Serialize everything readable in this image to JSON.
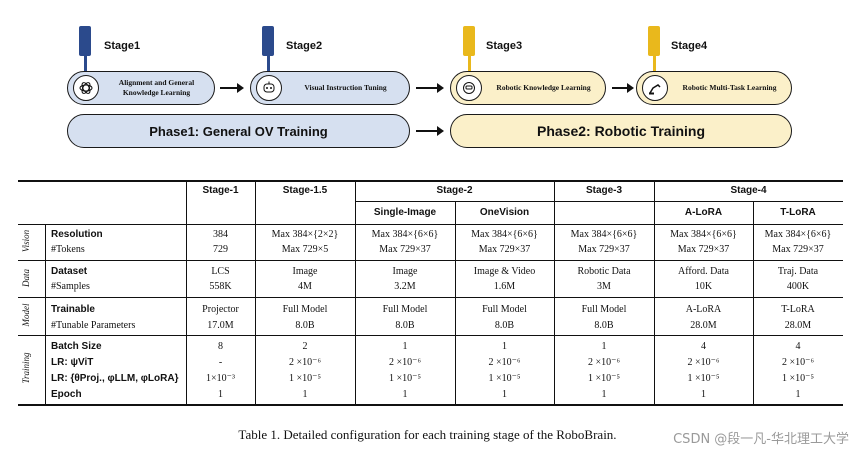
{
  "diagram": {
    "stages": [
      {
        "label": "Stage1",
        "title": "Alignment and General Knowledge Learning",
        "icon": "brain-icon"
      },
      {
        "label": "Stage2",
        "title": "Visual Instruction Tuning",
        "icon": "robot-head-icon"
      },
      {
        "label": "Stage3",
        "title": "Robotic Knowledge Learning",
        "icon": "robot-face-icon"
      },
      {
        "label": "Stage4",
        "title": "Robotic Multi-Task Learning",
        "icon": "robot-arm-icon"
      }
    ],
    "phases": [
      {
        "label": "Phase1: General OV Training"
      },
      {
        "label": "Phase2: Robotic Training"
      }
    ],
    "colors": {
      "phase1": "#d6e0f0",
      "phase2": "#fbf0c9",
      "flag_blue": "#2b4a8c",
      "flag_gold": "#e9b81c"
    }
  },
  "table": {
    "headers": {
      "stage1": "Stage-1",
      "stage15": "Stage-1.5",
      "stage2": "Stage-2",
      "stage3": "Stage-3",
      "stage4": "Stage-4",
      "single_image": "Single-Image",
      "onevision": "OneVision",
      "alora": "A-LoRA",
      "tlora": "T-LoRA"
    },
    "groups": {
      "vision": "Vision",
      "data": "Data",
      "model": "Model",
      "training": "Training"
    },
    "rows": {
      "resolution": {
        "label": "Resolution",
        "values": [
          "384",
          "Max 384×{2×2}",
          "Max 384×{6×6}",
          "Max 384×{6×6}",
          "Max 384×{6×6}",
          "Max 384×{6×6}",
          "Max 384×{6×6}"
        ]
      },
      "tokens": {
        "label": "#Tokens",
        "values": [
          "729",
          "Max 729×5",
          "Max 729×37",
          "Max 729×37",
          "Max 729×37",
          "Max 729×37",
          "Max 729×37"
        ]
      },
      "dataset": {
        "label": "Dataset",
        "values": [
          "LCS",
          "Image",
          "Image",
          "Image & Video",
          "Robotic Data",
          "Afford. Data",
          "Traj. Data"
        ]
      },
      "samples": {
        "label": "#Samples",
        "values": [
          "558K",
          "4M",
          "3.2M",
          "1.6M",
          "3M",
          "10K",
          "400K"
        ]
      },
      "trainable": {
        "label": "Trainable",
        "values": [
          "Projector",
          "Full Model",
          "Full Model",
          "Full Model",
          "Full Model",
          "A-LoRA",
          "T-LoRA"
        ]
      },
      "tunable": {
        "label": "#Tunable Parameters",
        "values": [
          "17.0M",
          "8.0B",
          "8.0B",
          "8.0B",
          "8.0B",
          "28.0M",
          "28.0M"
        ]
      },
      "batch": {
        "label": "Batch Size",
        "values": [
          "8",
          "2",
          "1",
          "1",
          "1",
          "4",
          "4"
        ]
      },
      "lr_vit": {
        "label": "LR: ψViT",
        "values": [
          "-",
          "2 ×10⁻⁶",
          "2 ×10⁻⁶",
          "2 ×10⁻⁶",
          "2 ×10⁻⁶",
          "2 ×10⁻⁶",
          "2 ×10⁻⁶"
        ]
      },
      "lr_other": {
        "label": "LR: {θProj., φLLM, φLoRA}",
        "values": [
          "1×10⁻³",
          "1 ×10⁻⁵",
          "1 ×10⁻⁵",
          "1 ×10⁻⁵",
          "1 ×10⁻⁵",
          "1 ×10⁻⁵",
          "1 ×10⁻⁵"
        ]
      },
      "epoch": {
        "label": "Epoch",
        "values": [
          "1",
          "1",
          "1",
          "1",
          "1",
          "1",
          "1"
        ]
      }
    }
  },
  "caption": "Table 1. Detailed configuration for each training stage of the RoboBrain.",
  "watermark": "CSDN @段一凡-华北理工大学"
}
